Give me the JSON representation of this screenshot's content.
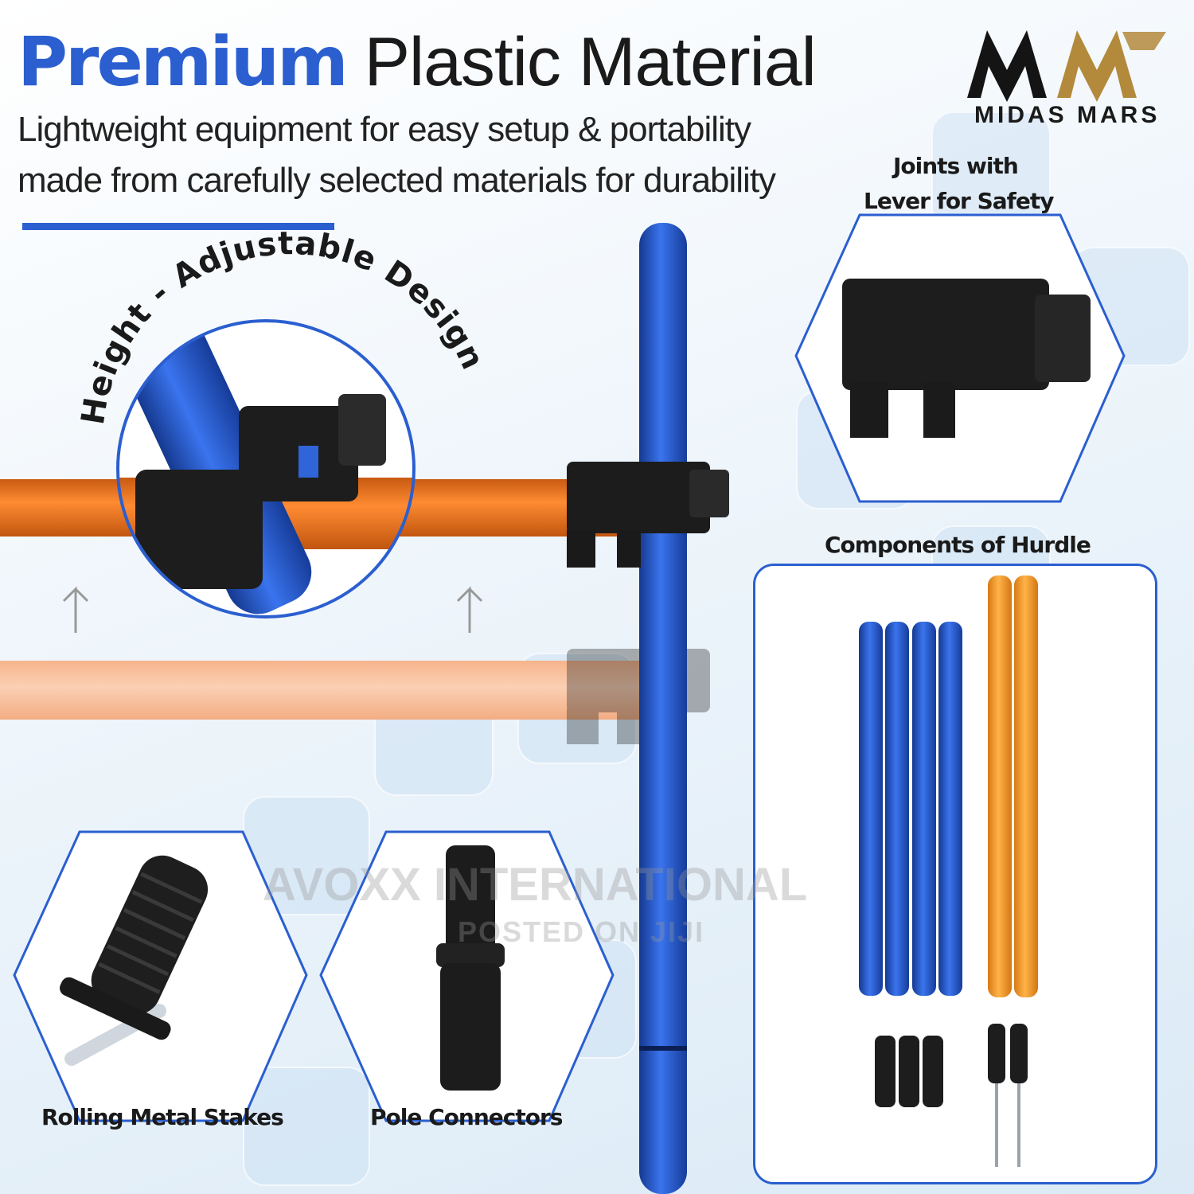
{
  "heading": {
    "bold_word": "Premium",
    "rest": "Plastic Material",
    "line1": "Lightweight equipment for easy setup & portability",
    "line2": "made from carefully selected materials for durability"
  },
  "brand": {
    "name": "MIDAS MARS",
    "colors": {
      "black": "#141414",
      "gold": "#b38a3c"
    }
  },
  "labels": {
    "height_adjustable": "Height - Adjustable Design",
    "joints_line1": "Joints with",
    "joints_line2": "Lever for Safety",
    "components": "Components of Hurdle",
    "stakes": "Rolling Metal Stakes",
    "connectors": "Pole Connectors"
  },
  "watermark": {
    "main": "AVOXX INTERNATIONAL",
    "sub": "POSTED ON JIJI"
  },
  "colors": {
    "accent_blue": "#2b5fd0",
    "pole_blue": "#1f4fcf",
    "pole_orange": "#f07a22",
    "component_orange": "#f39a2c"
  }
}
